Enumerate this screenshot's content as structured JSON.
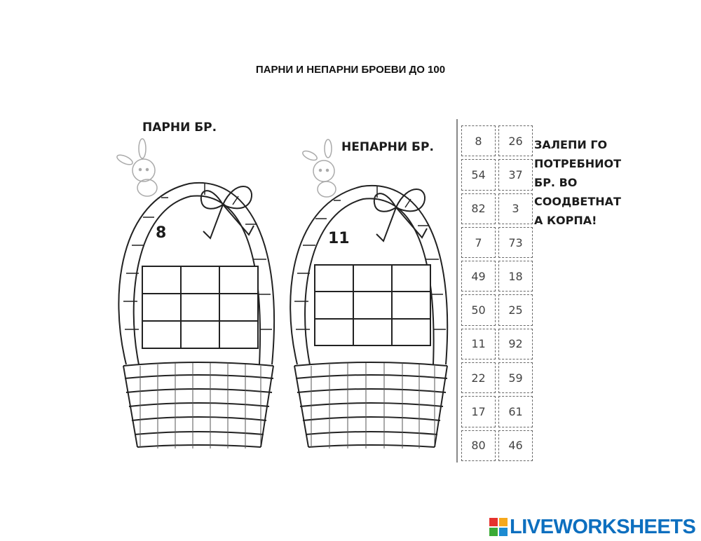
{
  "title": "ПАРНИ И НЕПАРНИ БРОЕВИ ДО 100",
  "baskets": [
    {
      "label": "ПАРНИ БР.",
      "example": "8"
    },
    {
      "label": "НЕПАРНИ БР.",
      "example": "11"
    }
  ],
  "number_bank": [
    [
      "8",
      "26"
    ],
    [
      "54",
      "37"
    ],
    [
      "82",
      "3"
    ],
    [
      "7",
      "73"
    ],
    [
      "49",
      "18"
    ],
    [
      "50",
      "25"
    ],
    [
      "11",
      "92"
    ],
    [
      "22",
      "59"
    ],
    [
      "17",
      "61"
    ],
    [
      "80",
      "46"
    ]
  ],
  "instruction_lines": [
    "ЗАЛЕПИ ГО",
    "ПОТРЕБНИОТ",
    "БР. ВО",
    "СООДВЕТНАТ",
    "А КОРПА!"
  ],
  "brand": {
    "name": "LIVEWORKSHEETS",
    "color": "#0d6fbf"
  }
}
